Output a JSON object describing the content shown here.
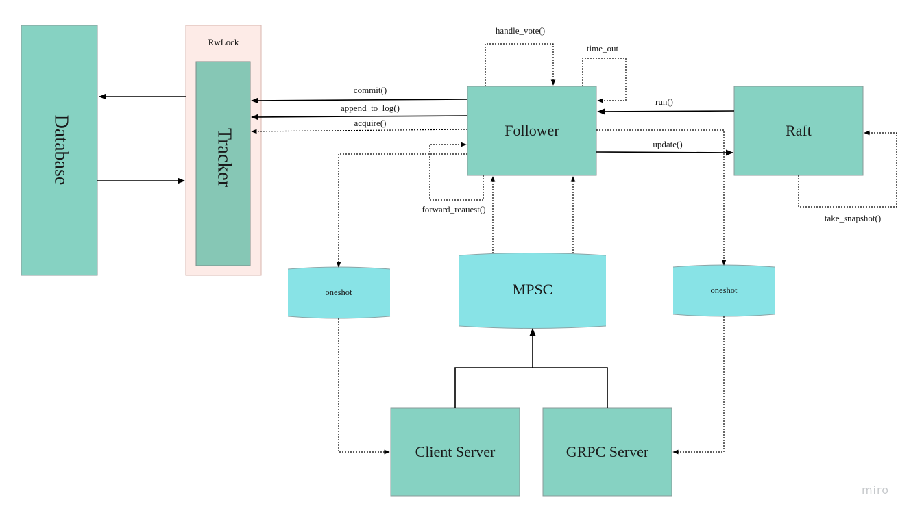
{
  "nodes": {
    "database": "Database",
    "rwlock": "RwLock",
    "tracker": "Tracker",
    "follower": "Follower",
    "raft": "Raft",
    "mpsc": "MPSC",
    "oneshot_left": "oneshot",
    "oneshot_right": "oneshot",
    "client_server": "Client Server",
    "grpc_server": "GRPC Server"
  },
  "edges": {
    "handle_vote": "handle_vote()",
    "time_out": "time_out",
    "commit": "commit()",
    "append_to_log": "append_to_log()",
    "acquire": "acquire()",
    "run": "run()",
    "update": "update()",
    "forward_request": "forward_reauest()",
    "take_snapshot": "take_snapshot()"
  },
  "brand": "miro"
}
